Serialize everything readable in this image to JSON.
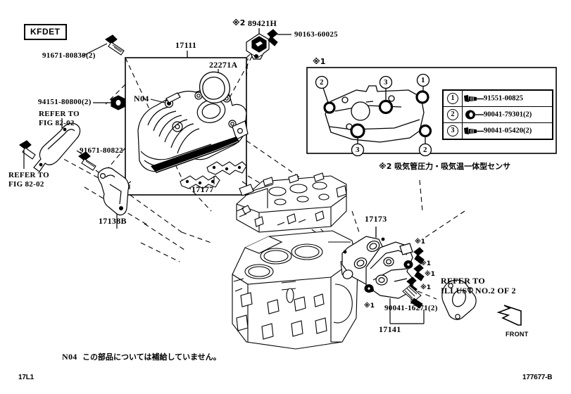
{
  "sheet": {
    "engine_code": "KFDET",
    "footer_left": "17L1",
    "footer_right": "177677-B",
    "note_n04_key": "N04",
    "note_n04_text": "この部品については補給していません。",
    "note_star2": "※2 吸気管圧力・吸気温一体型センサ",
    "front_label": "FRONT"
  },
  "labels": {
    "bolt_91671_80830": "91671-80830(2)",
    "screw_94151_80800": "94151-80800(2)",
    "refer_fig_8202_a": "REFER TO",
    "refer_fig_8202_a2": "FIG 82-02",
    "refer_fig_8202_b": "REFER TO",
    "refer_fig_8202_b2": "FIG 82-02",
    "bolt_91671_80822": "91671-80822",
    "bracket_17138b": "17138B",
    "manifold_17111": "17111",
    "gasket_22271a": "22271A",
    "n04_callout": "N04",
    "gasket_17177": "17177",
    "sensor_star2": "※2",
    "sensor_89421h": "89421H",
    "bolt_90163_60025": "90163-60025",
    "star1_legend": "※1",
    "gasket_17173": "17173",
    "manifold_17141": "17141",
    "bolt_90041_16271": "90041-16271(2)",
    "refer_illust_a": "REFER TO",
    "refer_illust_b": "ILLUST NO.2 OF 2",
    "star1_a": "※1",
    "star1_b": "※1",
    "star1_c": "※1",
    "star1_d": "※1",
    "star1_e": "※1",
    "star1_f": "※1"
  },
  "legend": {
    "marker": "※1",
    "rows": [
      {
        "num": "1",
        "part": "91551-00825",
        "icon": "bolt-icon"
      },
      {
        "num": "2",
        "part": "90041-79301(2)",
        "icon": "nut-icon"
      },
      {
        "num": "3",
        "part": "90041-05420(2)",
        "icon": "bolt-icon"
      }
    ],
    "callouts": [
      "2",
      "3",
      "1",
      "3",
      "2"
    ]
  }
}
